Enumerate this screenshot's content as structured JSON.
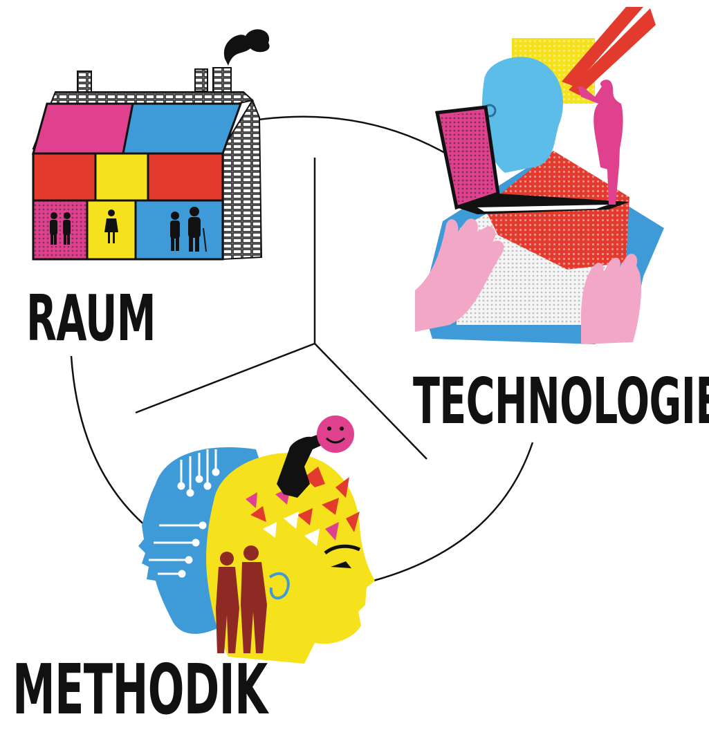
{
  "labels": {
    "raum": "RAUM",
    "technologie": "TECHNOLOGIE",
    "methodik": "METHODIK"
  },
  "colors": {
    "magenta": "#e0418f",
    "blue": "#3f9ad8",
    "yellow": "#f5e21c",
    "red": "#e23b2e",
    "pink": "#f2a7c6",
    "darkred": "#8e2a23",
    "black": "#111111"
  },
  "icons": [
    "house-icon",
    "robot-laptop-icon",
    "heads-icon"
  ]
}
